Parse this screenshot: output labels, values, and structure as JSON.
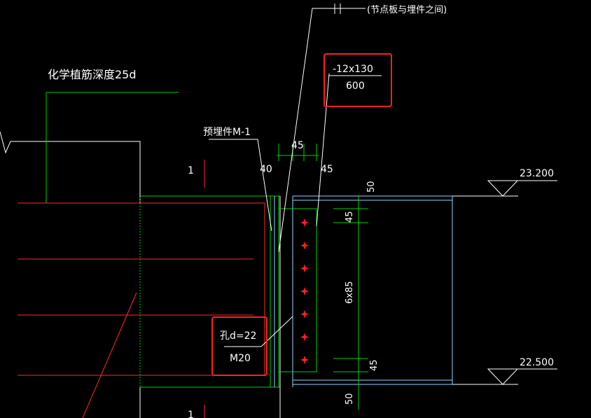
{
  "labels": {
    "chem_anchor": "化学植筋深度25d",
    "gap_note": "(节点板与埋件之间)",
    "embed_part": "预埋件M-1",
    "plate_spec": "-12x130",
    "plate_length": "600",
    "hole": "孔d=22",
    "bolt": "M20",
    "elev_top": "23.200",
    "elev_bottom": "22.500",
    "dim_45_top": "45",
    "dim_40": "40",
    "dim_45_right": "45",
    "dim_50_top": "50",
    "dim_45_v_top": "45",
    "dim_bolt_spacing": "6x85",
    "dim_45_v_bottom": "45",
    "dim_50_bottom": "50",
    "section_mark_top": "1",
    "section_mark_bottom": "1"
  },
  "bolts": {
    "count": 7
  },
  "colors": {
    "background": "#000000",
    "line_white": "#ffffff",
    "line_green": "#00d000",
    "line_cyan": "#8fd6ff",
    "line_red": "#ff2a2a",
    "bolt_red": "#ff2020",
    "highlight_red": "#ff2020"
  }
}
